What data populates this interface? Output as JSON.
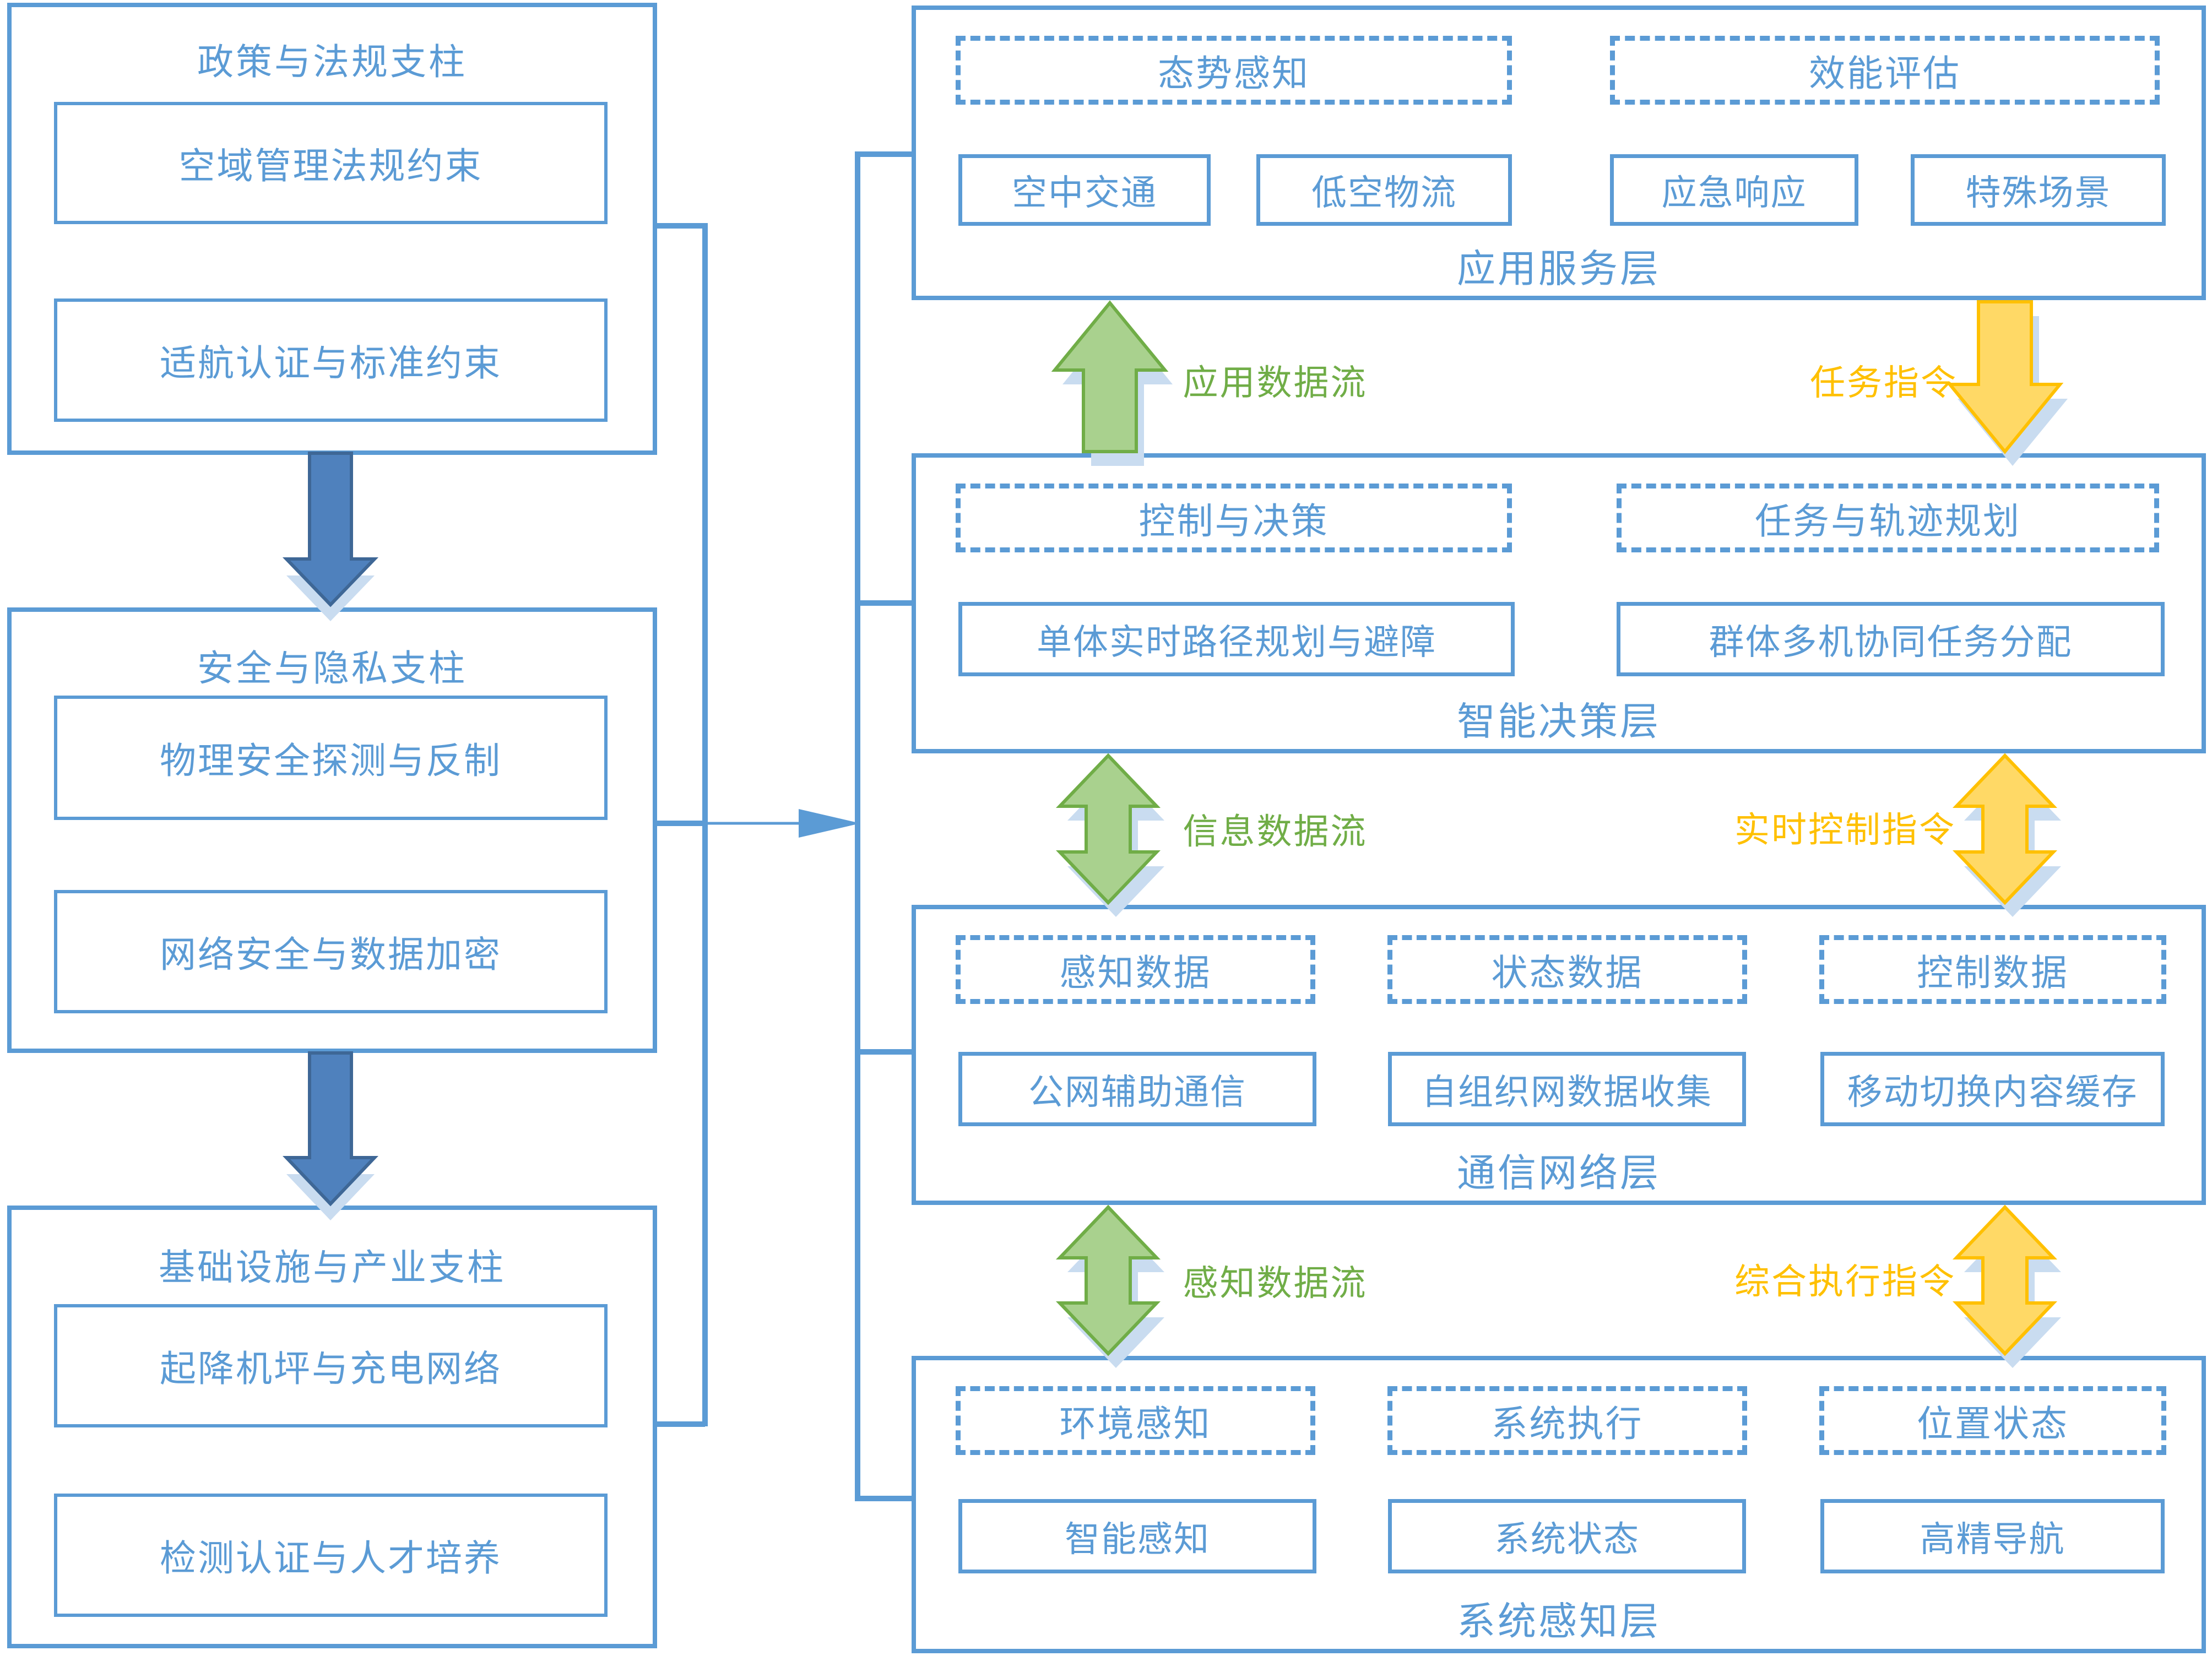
{
  "pillars": [
    {
      "title": "政策与法规支柱",
      "items": [
        "空域管理法规约束",
        "适航认证与标准约束"
      ]
    },
    {
      "title": "安全与隐私支柱",
      "items": [
        "物理安全探测与反制",
        "网络安全与数据加密"
      ]
    },
    {
      "title": "基础设施与产业支柱",
      "items": [
        "起降机坪与充电网络",
        "检测认证与人才培养"
      ]
    }
  ],
  "layers": [
    {
      "label": "应用服务层",
      "dashed": [
        "态势感知",
        "效能评估"
      ],
      "solid": [
        "空中交通",
        "低空物流",
        "应急响应",
        "特殊场景"
      ]
    },
    {
      "label": "智能决策层",
      "dashed": [
        "控制与决策",
        "任务与轨迹规划"
      ],
      "solid": [
        "单体实时路径规划与避障",
        "群体多机协同任务分配"
      ]
    },
    {
      "label": "通信网络层",
      "dashed": [
        "感知数据",
        "状态数据",
        "控制数据"
      ],
      "solid": [
        "公网辅助通信",
        "自组织网数据收集",
        "移动切换内容缓存"
      ]
    },
    {
      "label": "系统感知层",
      "dashed": [
        "环境感知",
        "系统执行",
        "位置状态"
      ],
      "solid": [
        "智能感知",
        "系统状态",
        "高精导航"
      ]
    }
  ],
  "flows": [
    {
      "up_label": "应用数据流",
      "down_label": "任务指令"
    },
    {
      "up_label": "信息数据流",
      "down_label": "实时控制指令"
    },
    {
      "up_label": "感知数据流",
      "down_label": "综合执行指令"
    }
  ],
  "colors": {
    "box_blue": "#5b9bd5",
    "pillar_arrow_fill": "#4f81bd",
    "pillar_arrow_stroke": "#3e6796",
    "flow_green_fill": "#a9d18e",
    "flow_green_stroke": "#70ad47",
    "flow_gold_fill": "#ffd966",
    "flow_gold_stroke": "#ffc000",
    "ghost_shadow": "#c9dcf0"
  }
}
